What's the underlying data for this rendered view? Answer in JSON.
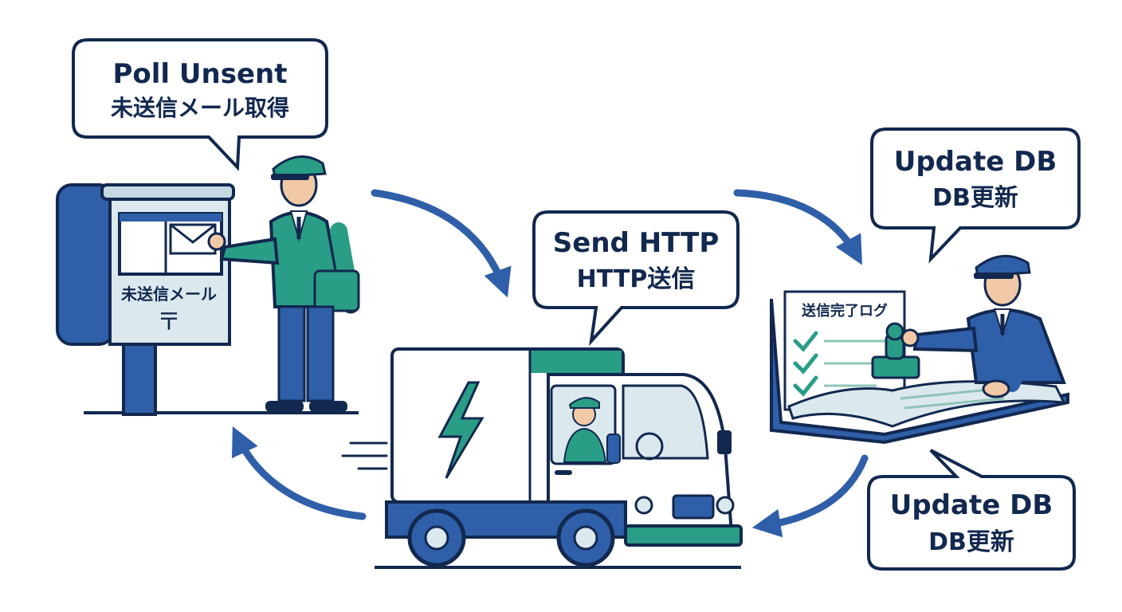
{
  "bubbles": {
    "poll": {
      "title": "Poll Unsent",
      "subtitle": "未送信メール取得"
    },
    "send": {
      "title": "Send HTTP",
      "subtitle": "HTTP送信"
    },
    "update_top": {
      "title": "Update DB",
      "subtitle": "DB更新"
    },
    "update_bottom": {
      "title": "Update DB",
      "subtitle": "DB更新"
    }
  },
  "labels": {
    "mailbox": "未送信メール",
    "postal_mark": "〒",
    "log_title": "送信完了ログ"
  },
  "colors": {
    "navy": "#12284f",
    "blue": "#2f5fa8",
    "teal": "#2a9d86",
    "light": "#dbe8ee"
  }
}
